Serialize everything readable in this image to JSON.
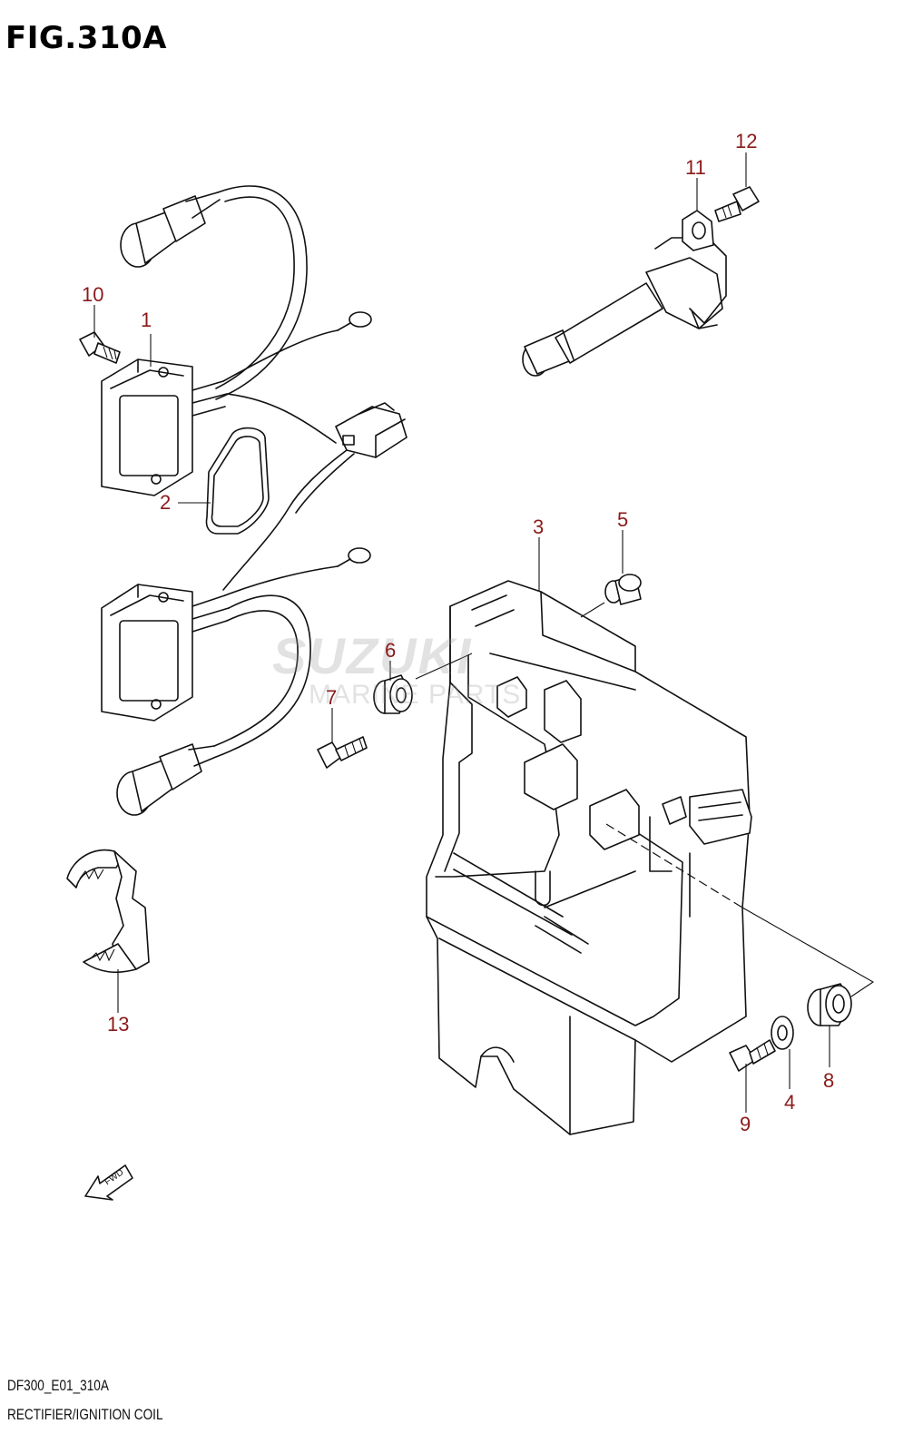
{
  "figure": {
    "title": "FIG.310A",
    "code": "DF300_E01_310A",
    "caption": "RECTIFIER/IGNITION COIL"
  },
  "watermark": {
    "brand": "SUZUKI",
    "sub": "MARINE PARTS"
  },
  "fwd_label": "FWD",
  "callouts": {
    "c1": "1",
    "c2": "2",
    "c3": "3",
    "c4": "4",
    "c5": "5",
    "c6": "6",
    "c7": "7",
    "c8": "8",
    "c9": "9",
    "c10": "10",
    "c11": "11",
    "c12": "12",
    "c13": "13"
  },
  "colors": {
    "callout": "#8b1a1a",
    "line": "#111111",
    "background": "#ffffff"
  }
}
